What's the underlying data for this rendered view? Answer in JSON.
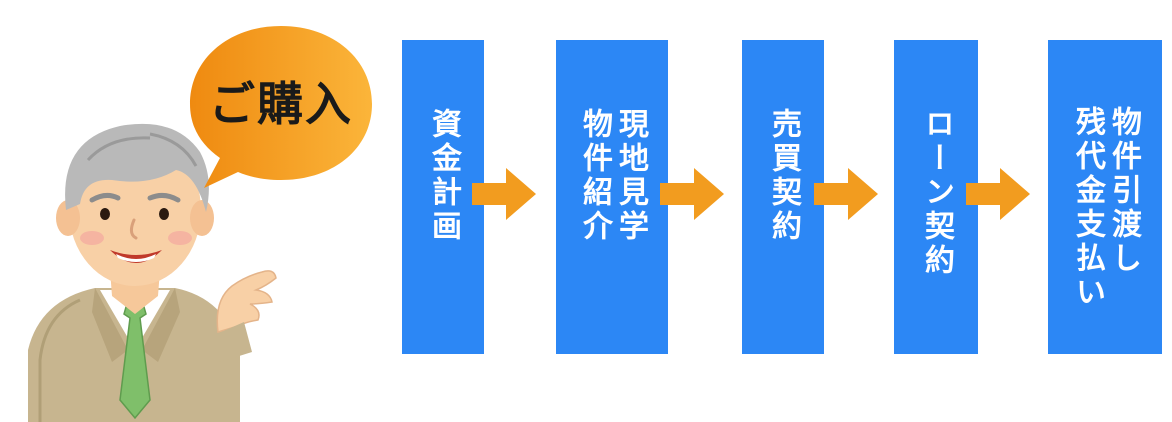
{
  "bubble": {
    "label": "ご購入"
  },
  "colors": {
    "step_fill": "#2c87f5",
    "arrow_fill": "#f29c1f",
    "bubble_gradient": [
      "#ef8a10",
      "#fbb53a"
    ]
  },
  "steps": [
    {
      "label": "資金計画"
    },
    {
      "label": "現地見学\n物件紹介"
    },
    {
      "label": "売買契約"
    },
    {
      "label": "ローン契約"
    },
    {
      "label": "物件引渡し\n残代金支払い"
    }
  ],
  "icons": {
    "person": "elderly-businessman-icon",
    "arrow": "right-arrow-icon"
  }
}
